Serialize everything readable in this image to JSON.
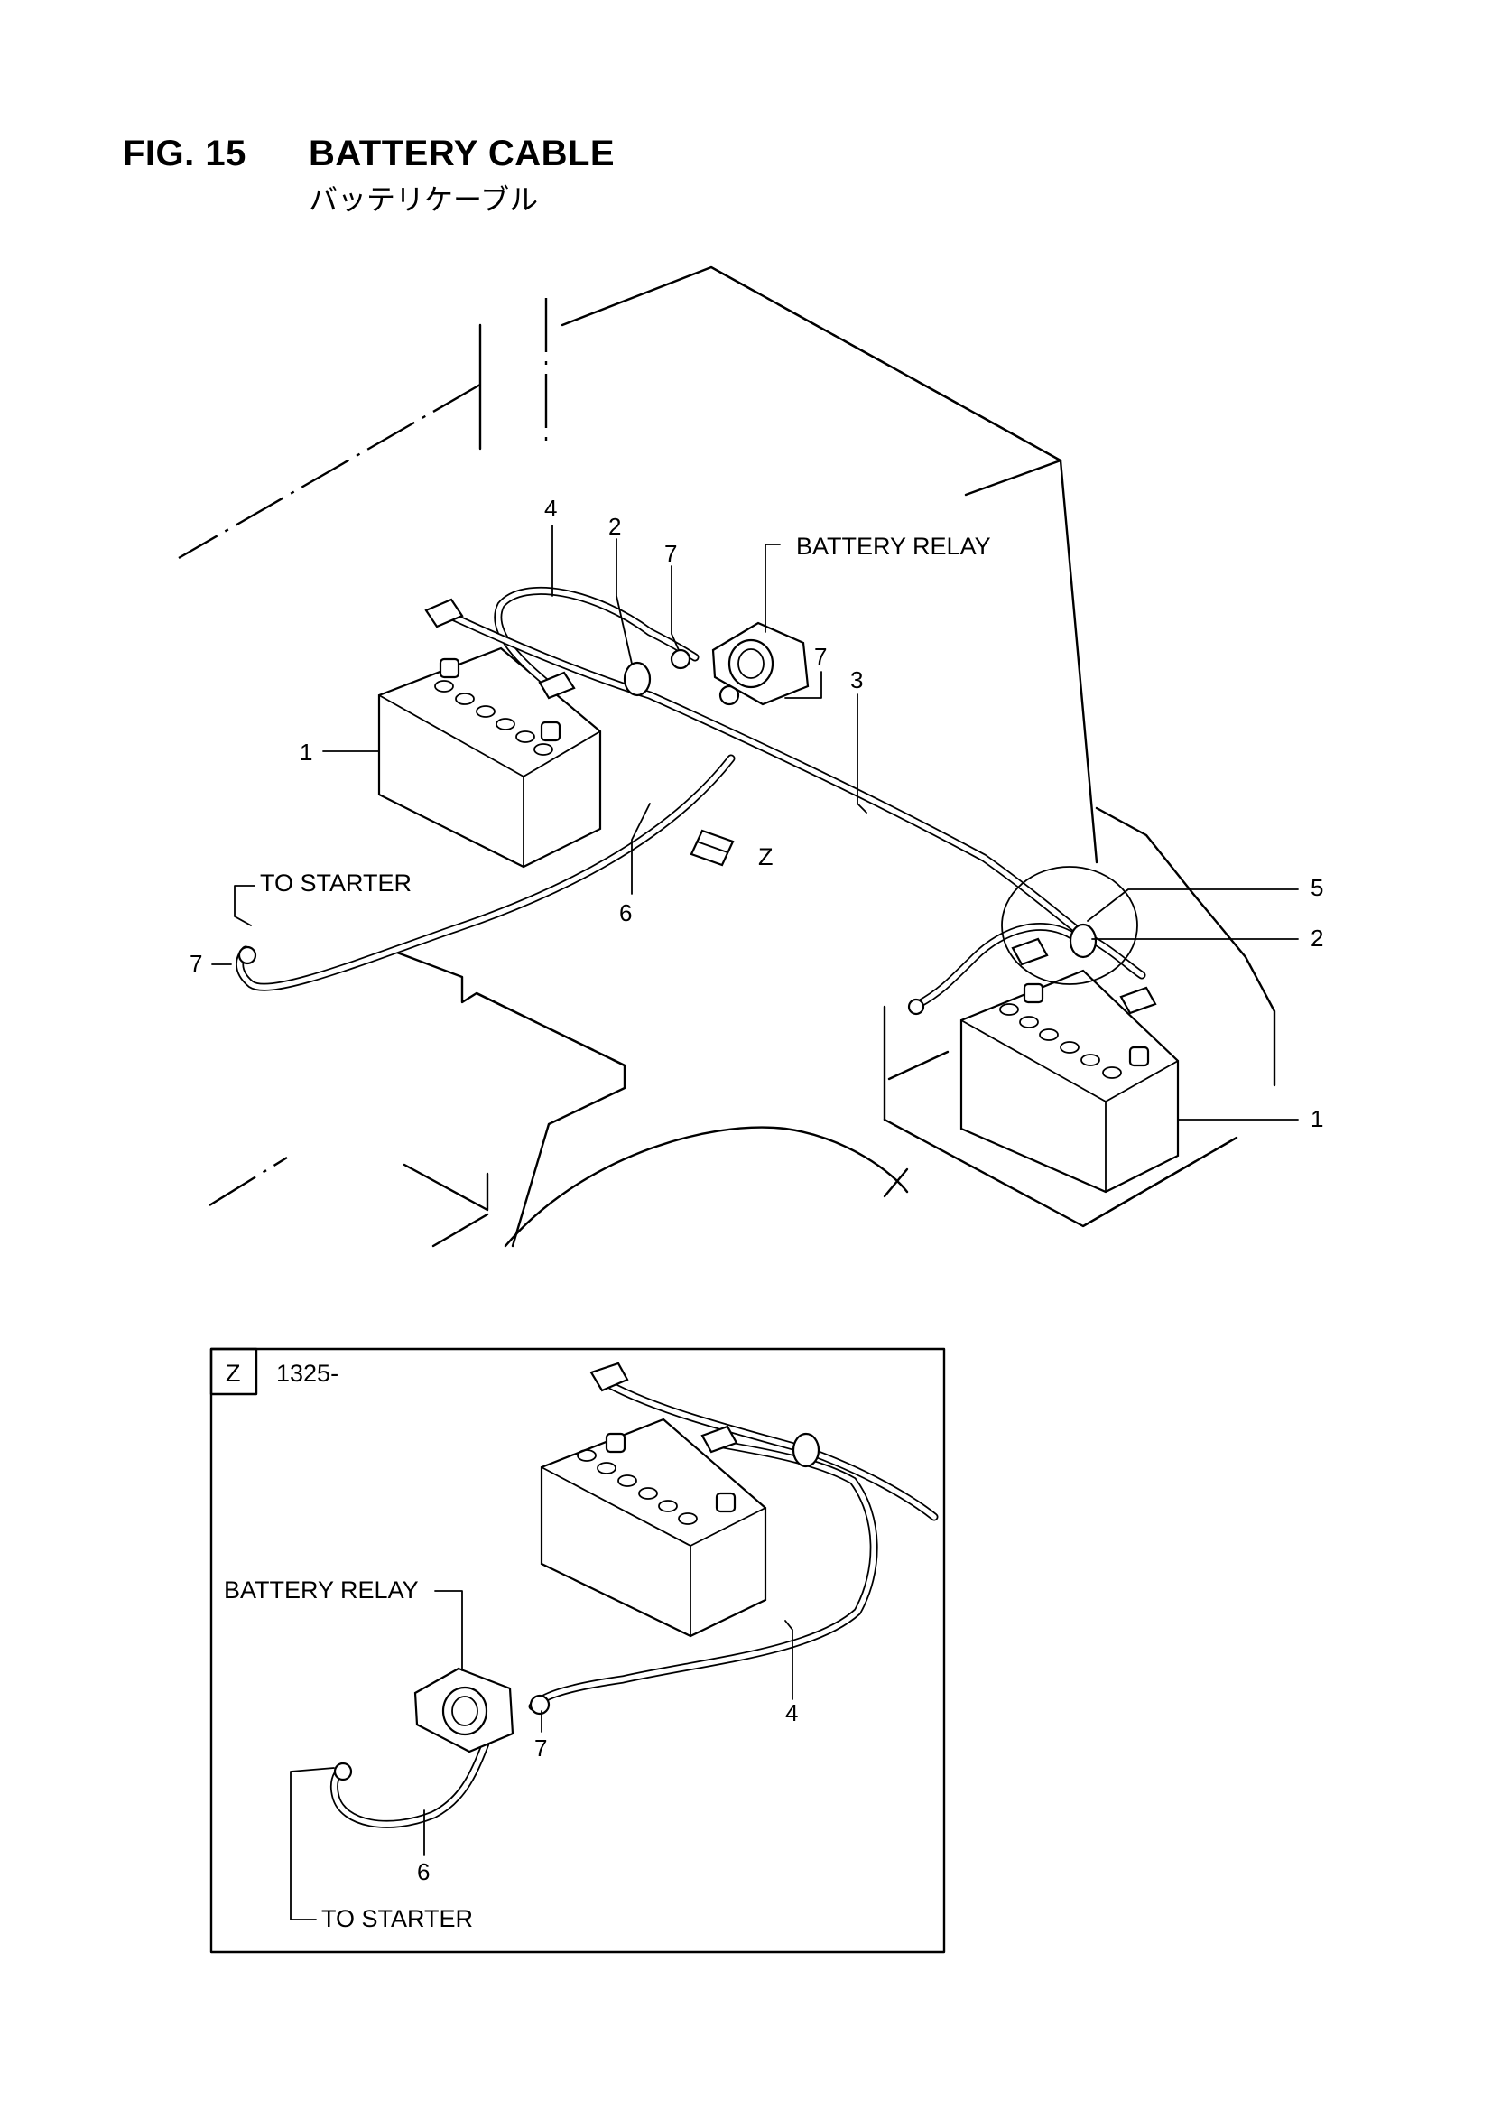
{
  "header": {
    "fig_no": "FIG. 15",
    "title": "BATTERY CABLE",
    "subtitle": "バッテリケーブル"
  },
  "main_view": {
    "labels": {
      "battery_relay": "BATTERY RELAY",
      "to_starter": "TO STARTER",
      "view_z": "Z"
    },
    "callouts": {
      "c4": "4",
      "c2_top": "2",
      "c7_top": "7",
      "c7_relay": "7",
      "c3": "3",
      "c1_left": "1",
      "c6": "6",
      "c7_left": "7",
      "c5": "5",
      "c2_right": "2",
      "c1_right": "1"
    }
  },
  "detail_z": {
    "view_letter": "Z",
    "serial": "1325-",
    "labels": {
      "battery_relay": "BATTERY RELAY",
      "to_starter": "TO STARTER"
    },
    "callouts": {
      "c4": "4",
      "c7": "7",
      "c6": "6"
    }
  }
}
